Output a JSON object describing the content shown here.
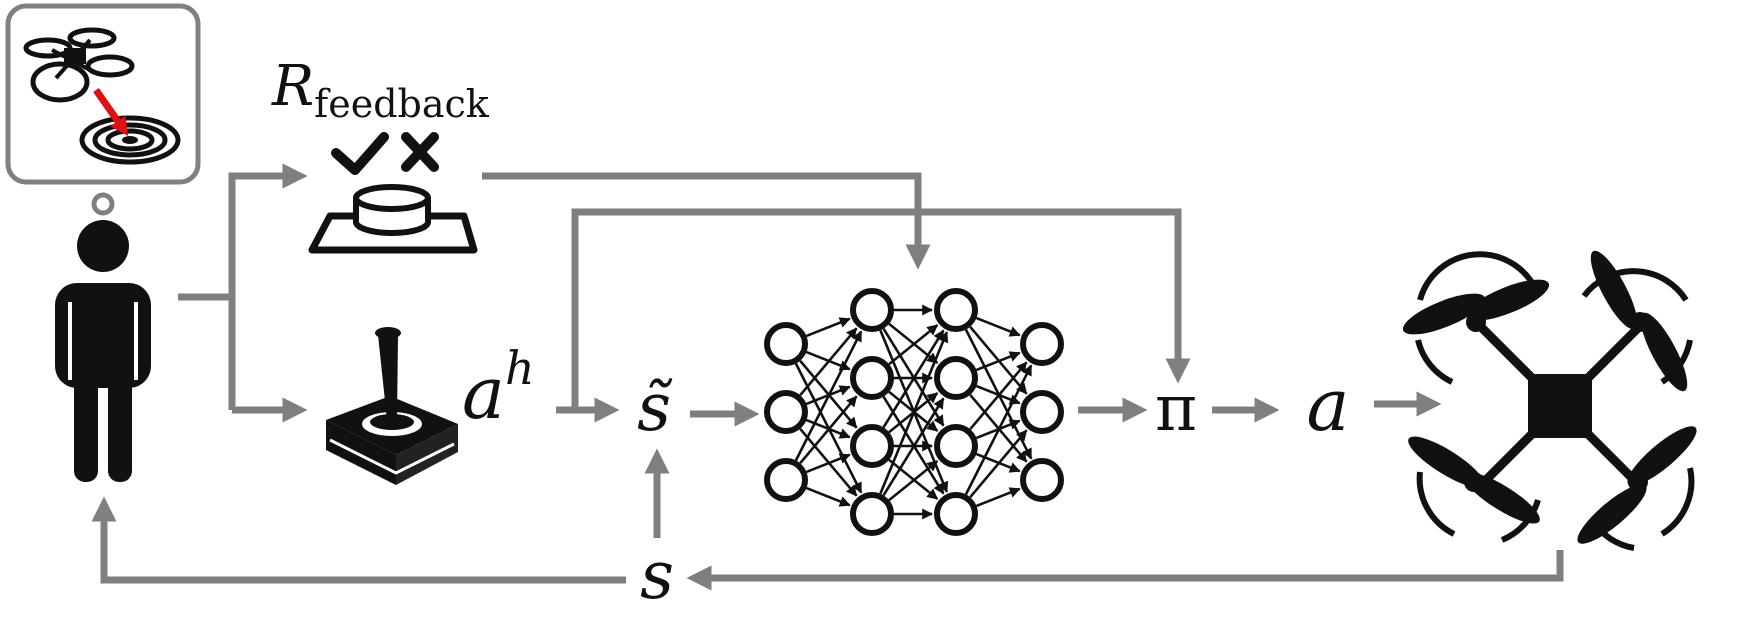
{
  "labels": {
    "feedback_main": "R",
    "feedback_sub": "feedback",
    "human_action_main": "a",
    "human_action_sup": "h",
    "state_tilde": "s̃",
    "policy": "π",
    "action": "a",
    "state": "s"
  },
  "icons": {
    "thought": "drone-to-target-thought-bubble-icon",
    "human": "person-icon",
    "feedback": "feedback-check-cross-button-icon",
    "joystick": "joystick-icon",
    "network": "neural-network-icon",
    "drone": "quadrotor-drone-icon"
  },
  "network": {
    "layers": [
      3,
      4,
      4,
      3
    ]
  },
  "colors": {
    "arrow": "#7f7f7f",
    "ink": "#111111",
    "target_arrow": "#e01010",
    "bubble_border": "#808080"
  }
}
